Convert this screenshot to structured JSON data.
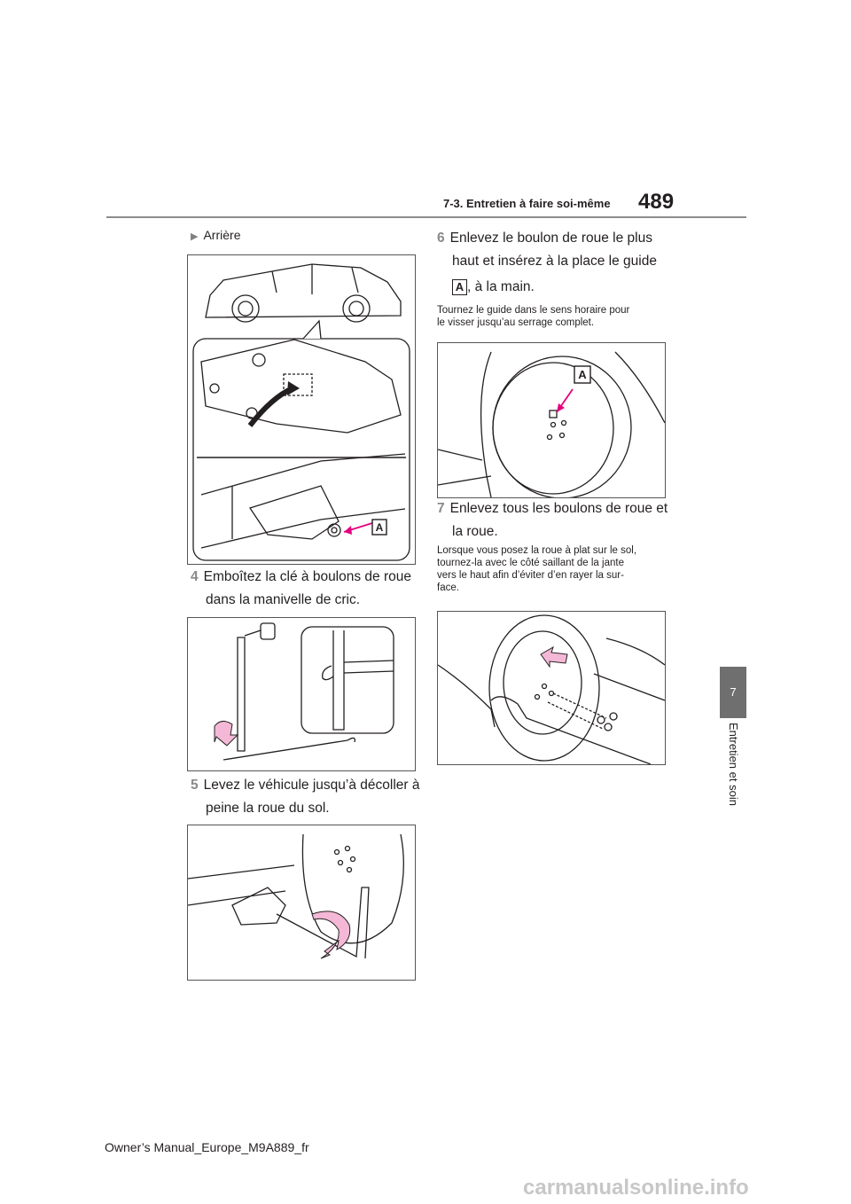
{
  "header": {
    "section_title": "7-3. Entretien à faire soi-même",
    "page_number": "489"
  },
  "side_tab": {
    "number": "7",
    "label": "Entretien et soin"
  },
  "left": {
    "bullet": "Arrière",
    "fig_label": "A",
    "step4": {
      "num": "4",
      "line1": "Emboîtez la clé à boulons de roue",
      "line2": "dans la manivelle de cric."
    },
    "step5": {
      "num": "5",
      "line1": "Levez le véhicule jusqu’à décoller à",
      "line2": "peine la roue du sol."
    }
  },
  "right": {
    "step6": {
      "num": "6",
      "line1": "Enlevez le boulon de roue le plus",
      "line2": "haut et insérez à la place le guide",
      "badge": "A",
      "line3": ", à la main."
    },
    "note6": [
      "Tournez le guide dans le sens horaire pour",
      "le visser jusqu’au serrage complet."
    ],
    "fig_label": "A",
    "step7": {
      "num": "7",
      "line1": "Enlevez tous les boulons de roue et",
      "line2": "la roue."
    },
    "note7": [
      "Lorsque vous posez la roue à plat sur le sol,",
      "tournez-la avec le côté saillant de la jante",
      "vers le haut afin d’éviter d’en rayer la sur-",
      "face."
    ]
  },
  "footer": {
    "manual_id": "Owner’s Manual_Europe_M9A889_fr"
  },
  "watermark": "carmanualsonline.info",
  "colors": {
    "accent_pink": "#e6007e",
    "arrow_fill": "#f4b8d6",
    "tab_gray": "#6f6f6f"
  }
}
